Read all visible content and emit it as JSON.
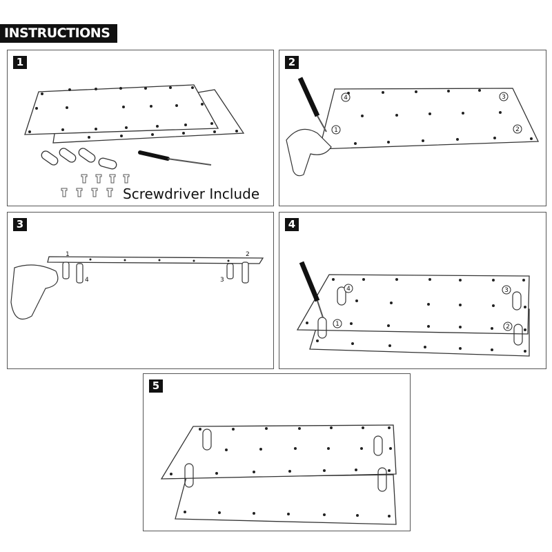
{
  "header": {
    "title": "INSTRUCTIONS"
  },
  "steps": [
    {
      "number": "1",
      "caption": "Screwdriver Include"
    },
    {
      "number": "2",
      "callouts": [
        "1",
        "2",
        "3",
        "4"
      ]
    },
    {
      "number": "3",
      "callouts": [
        "1",
        "2",
        "3",
        "4"
      ]
    },
    {
      "number": "4",
      "callouts": [
        "1",
        "2",
        "3",
        "4"
      ]
    },
    {
      "number": "5"
    }
  ]
}
